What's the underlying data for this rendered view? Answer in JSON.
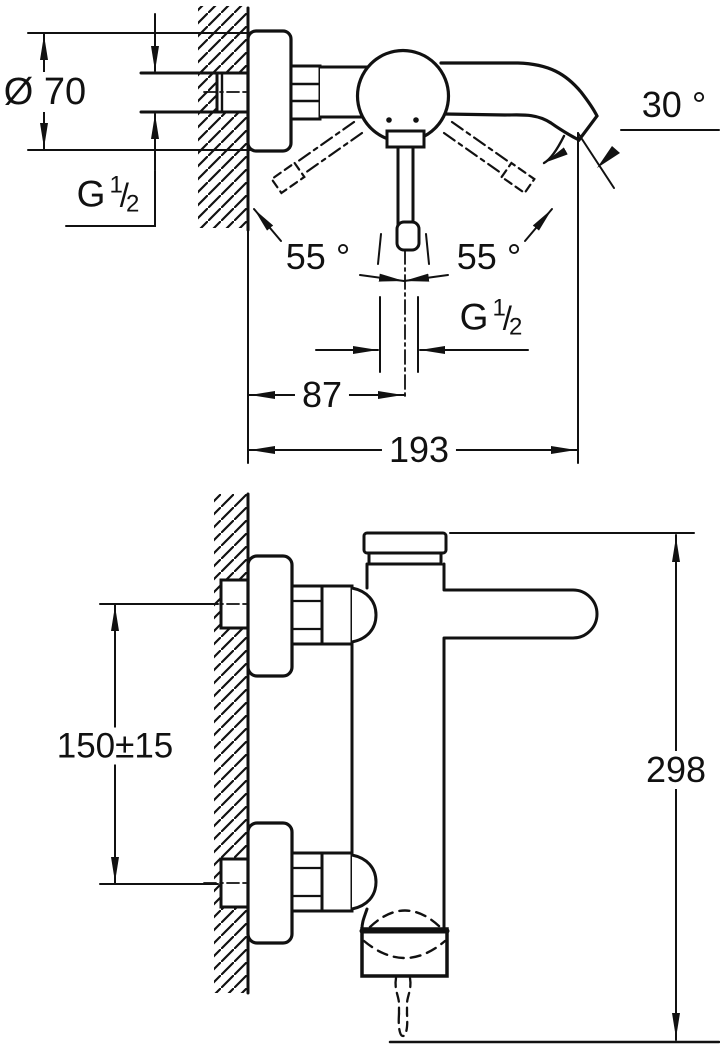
{
  "views": {
    "top": {
      "escutcheon_diameter": "Ø 70",
      "inlet_thread": {
        "base": "G",
        "sup": "1",
        "slash": "/",
        "sub": "2"
      },
      "spout_angle": "30 °",
      "handle_swing_left": "55 °",
      "handle_swing_right": "55 °",
      "outlet_thread": {
        "base": "G",
        "sup": "1",
        "slash": "/",
        "sub": "2"
      },
      "spout_axis_offset": "87",
      "spout_reach": "193"
    },
    "front": {
      "inlet_spacing": "150±15",
      "overall_height": "298"
    }
  },
  "colors": {
    "line": "#111111",
    "background": "#ffffff"
  }
}
